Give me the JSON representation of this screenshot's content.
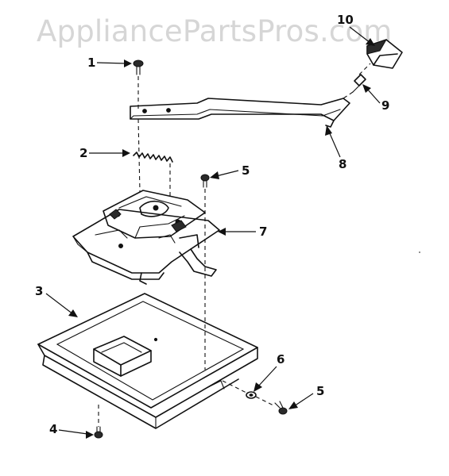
{
  "watermark": "AppliancePartsPros.com",
  "callouts": {
    "c1": "1",
    "c2": "2",
    "c3": "3",
    "c4": "4",
    "c5a": "5",
    "c5b": "5",
    "c6": "6",
    "c7": "7",
    "c8": "8",
    "c9": "9",
    "c10": "10"
  }
}
